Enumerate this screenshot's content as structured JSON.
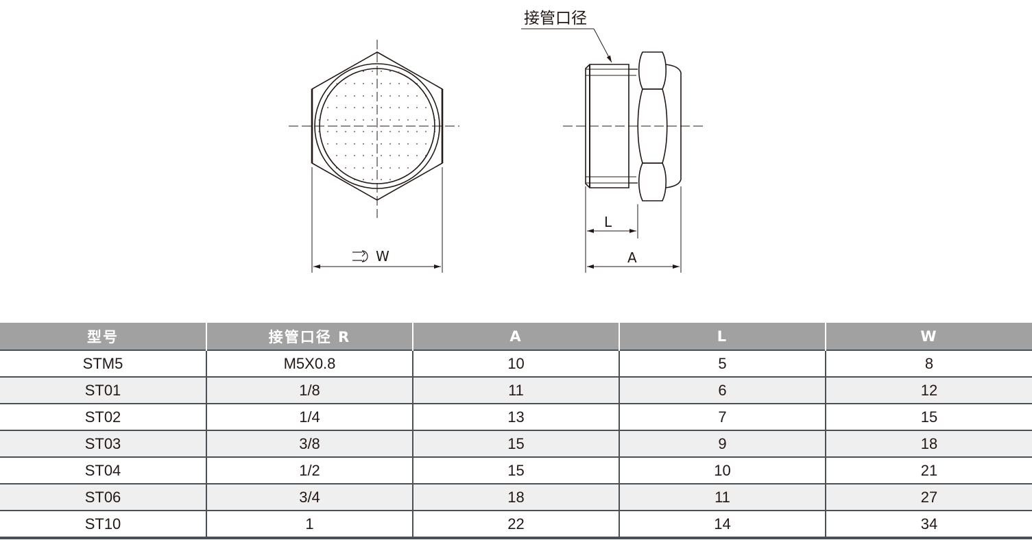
{
  "drawing": {
    "callout_label": "接管口径",
    "dim_W": "W",
    "dim_L": "L",
    "dim_A": "A",
    "wrench_symbol": "wrench-icon"
  },
  "table": {
    "headers": [
      "型号",
      "接管口径 R",
      "A",
      "L",
      "W"
    ],
    "rows": [
      [
        "STM5",
        "M5X0.8",
        "10",
        "5",
        "8"
      ],
      [
        "ST01",
        "1/8",
        "11",
        "6",
        "12"
      ],
      [
        "ST02",
        "1/4",
        "13",
        "7",
        "15"
      ],
      [
        "ST03",
        "3/8",
        "15",
        "9",
        "18"
      ],
      [
        "ST04",
        "1/2",
        "15",
        "10",
        "21"
      ],
      [
        "ST06",
        "3/4",
        "18",
        "11",
        "27"
      ],
      [
        "ST10",
        "1",
        "22",
        "14",
        "34"
      ]
    ],
    "colors": {
      "header_bg": "#a0a1a0",
      "alt_row_bg": "#eeefee",
      "border": "#4a5156"
    }
  }
}
